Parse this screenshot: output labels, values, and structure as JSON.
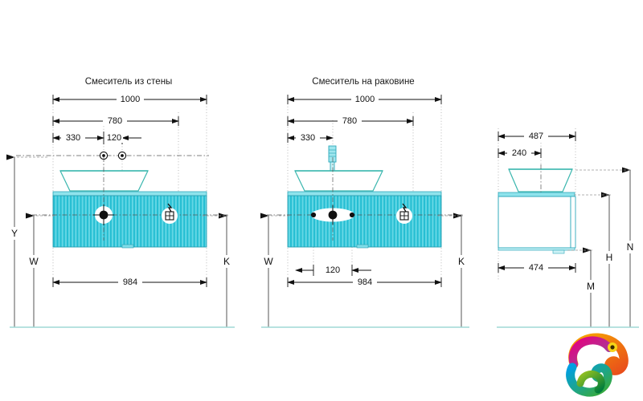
{
  "drawing": {
    "background_color": "#ffffff",
    "line_color": "#222222",
    "cabinet_fill": "#5bd2e0",
    "cabinet_rib": "#26c0d4",
    "basin_stroke": "#35b7b0",
    "floor_color": "#9fd9d6",
    "units": "mm"
  },
  "views": [
    {
      "id": "wall-faucet",
      "title": "Смеситель из стены",
      "horizontal_dims": [
        {
          "label": "1000"
        },
        {
          "label": "780"
        },
        {
          "label": "330"
        },
        {
          "label": "120"
        }
      ],
      "bottom_dim": {
        "label": "984"
      },
      "vertical_dims": [
        {
          "label": "Y"
        },
        {
          "label": "W"
        },
        {
          "label": "K"
        }
      ],
      "symbols": [
        "drain-symbol",
        "electrical-outlet-symbol",
        "wall-faucet-inlet-left",
        "wall-faucet-inlet-right"
      ]
    },
    {
      "id": "basin-faucet",
      "title": "Смеситель на раковине",
      "horizontal_dims": [
        {
          "label": "1000"
        },
        {
          "label": "780"
        },
        {
          "label": "330"
        },
        {
          "label": "120"
        }
      ],
      "bottom_dim": {
        "label": "984"
      },
      "vertical_dims": [
        {
          "label": "W"
        },
        {
          "label": "K"
        }
      ],
      "symbols": [
        "drain-symbol",
        "electrical-outlet-symbol",
        "deck-faucet"
      ]
    },
    {
      "id": "side-view",
      "title": "",
      "horizontal_dims": [
        {
          "label": "487"
        },
        {
          "label": "240"
        },
        {
          "label": "474"
        }
      ],
      "vertical_dims": [
        {
          "label": "N"
        },
        {
          "label": "H"
        },
        {
          "label": "M"
        }
      ],
      "symbols": []
    }
  ],
  "logo": {
    "name": "chameleon-logo",
    "colors": [
      "#f39200",
      "#e6007e",
      "#8e52a1",
      "#3aaa35",
      "#e30613",
      "#009fe3",
      "#ffed00"
    ]
  }
}
